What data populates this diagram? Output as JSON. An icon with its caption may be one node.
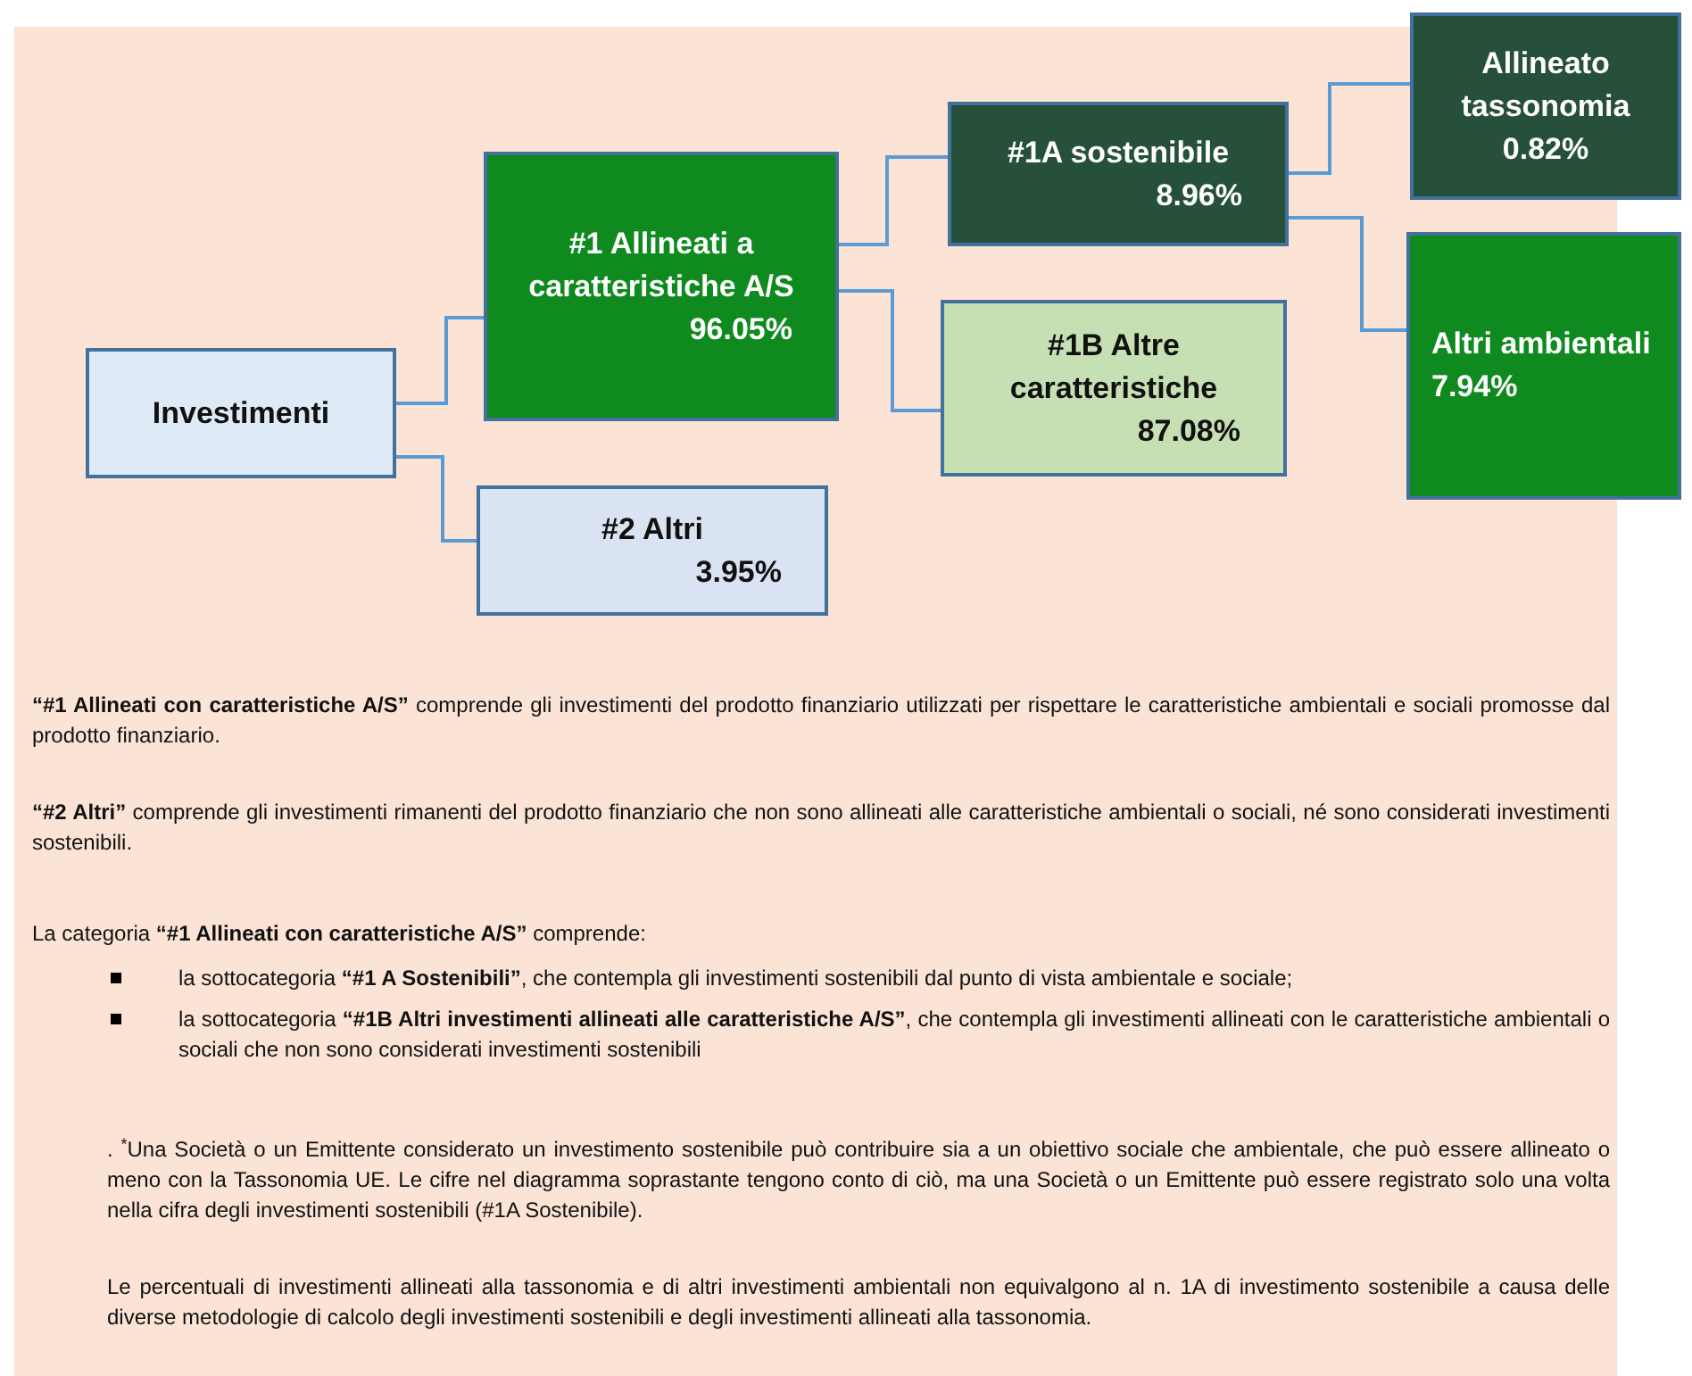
{
  "diagram": {
    "nodes": [
      {
        "text": [
          "Investimenti"
        ]
      },
      {
        "text": [
          "#1 Allineati a caratteristiche A/S",
          "96.05%"
        ]
      },
      {
        "text": [
          "#2 Altri",
          "3.95%"
        ]
      },
      {
        "text": [
          "#1A sostenibile",
          "8.96%"
        ]
      },
      {
        "text": [
          "#1B Altre caratteristiche",
          "87.08%"
        ]
      },
      {
        "text": [
          "Allineato tassonomia",
          "0.82%"
        ]
      },
      {
        "text": [
          "Altri ambientali",
          "7.94%"
        ]
      }
    ],
    "edges": [
      {
        "from": 0,
        "to": 1,
        "arrow": "none"
      },
      {
        "from": 0,
        "to": 2,
        "arrow": "none"
      },
      {
        "from": 1,
        "to": 3,
        "arrow": "none"
      },
      {
        "from": 1,
        "to": 4,
        "arrow": "none"
      },
      {
        "from": 3,
        "to": 5,
        "arrow": "none"
      },
      {
        "from": 3,
        "to": 6,
        "arrow": "none"
      }
    ],
    "labels": [
      "**“#1 Allineati con caratteristiche A/S”** comprende gli investimenti del prodotto finanziario utilizzati per rispettare le caratteristiche ambientali e sociali promosse dal prodotto finanziario.",
      "**“#2 Altri”** comprende gli investimenti rimanenti del prodotto finanziario che non sono allineati alle caratteristiche ambientali o sociali, né sono considerati investimenti sostenibili.",
      "La categoria **“#1 Allineati con caratteristiche A/S”** comprende:",
      "la sottocategoria **“#1 A Sostenibili”**, che contempla gli investimenti sostenibili dal punto di vista ambientale e sociale;",
      "la sottocategoria **“#1B Altri investimenti allineati alle caratteristiche A/S”**, che contempla gli investimenti allineati con le caratteristiche ambientali o sociali che non sono considerati investimenti sostenibili",
      ". $^{*}$Una Società o un Emittente considerato un investimento sostenibile può contribuire sia a un obiettivo sociale che ambientale, che può essere allineato o meno con la Tassonomia UE. Le cifre nel diagramma soprastante tengono conto di ciò, ma una Società o un Emittente può essere registrato solo una volta nella cifra degli investimenti sostenibili (#1A Sostenibile).",
      "Le percentuali di investimenti allineati alla tassonomia e di altri investimenti ambientali non equivalgono al n. 1A di investimento sostenibile a causa delle diverse metodologie di calcolo degli investimenti sostenibili e degli investimenti allineati alla tassonomia."
    ]
  }
}
